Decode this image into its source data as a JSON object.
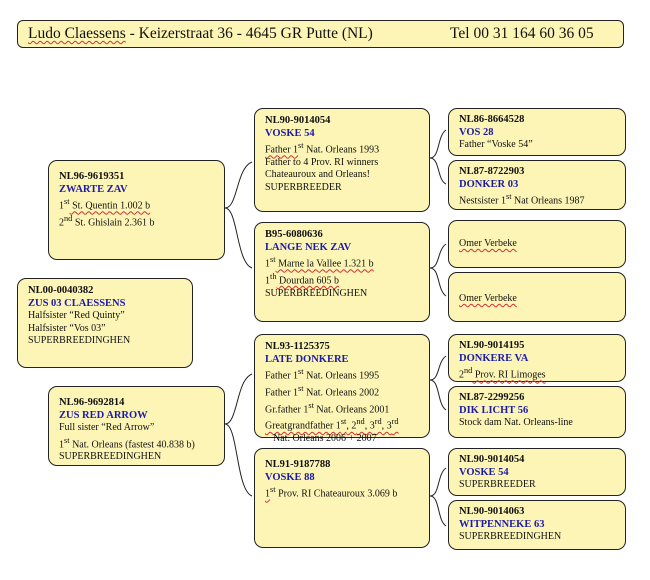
{
  "header": {
    "owner": "Ludo Claessens",
    "address": " - Keizerstraat 36 - 4645 GR  Putte (NL)",
    "telephone": "Tel 00 31 164 60 36 05"
  },
  "subject": {
    "ring": "NL00-0040382",
    "name": "ZUS 03 CLAESSENS",
    "lines": [
      "Halfsister “Red Quinty”",
      "Halfsister “Vos 03”",
      "SUPERBREEDINGHEN"
    ]
  },
  "father": {
    "ring": "NL96-9619351",
    "name": "ZWARTE ZAV",
    "lines": [
      {
        "a": "1",
        "sup": "st",
        "b": " St. Quentin 1.002 b"
      },
      {
        "a": "2",
        "sup": "nd",
        "b": " St. Ghislain 2.361 b"
      }
    ]
  },
  "mother": {
    "ring": "NL96-9692814",
    "name": "ZUS RED ARROW",
    "lines": [
      {
        "a": "Full sister “Red Arrow”",
        "sup": "",
        "b": ""
      },
      {
        "a": "1",
        "sup": "st",
        "b": " Nat. Orleans (fastest 40.838 b)"
      },
      {
        "a": "SUPERBREEDINGHEN",
        "sup": "",
        "b": ""
      }
    ]
  },
  "ff": {
    "ring": "NL90-9014054",
    "name": "VOSKE 54",
    "line1": {
      "a": "Father 1",
      "sup": "st",
      "b": " Nat. Orleans 1993"
    },
    "lines": [
      "Father to 4 Prov. RI winners",
      "Chateauroux and Orleans!",
      "SUPERBREEDER"
    ]
  },
  "fm": {
    "ring": "B95-6080636",
    "name": "LANGE NEK ZAV",
    "line1": {
      "a": "1",
      "sup": "st",
      "b": " Marne la Vallee 1.321 b"
    },
    "line2": {
      "a": "1",
      "sup": "th",
      "b": " Dourdan 605 b"
    },
    "lines": [
      "SUPERBREEDINGHEN"
    ]
  },
  "mf": {
    "ring": "NL93-1125375",
    "name": "LATE DONKERE",
    "l1": {
      "a": "Father 1",
      "sup": "st",
      "b": " Nat. Orleans 1995"
    },
    "l2": {
      "a": "Father 1",
      "sup": "st",
      "b": " Nat. Orleans 2002"
    },
    "l3": {
      "a": "Gr.father 1",
      "sup": "st",
      "b": " Nat. Orleans 2001"
    },
    "l4": {
      "a": "Greatgrandfather 1",
      "s1": "st",
      "m1": ", 2",
      "s2": "nd",
      "m2": ", 3",
      "s3": "rd",
      "m3": ", 3",
      "s4": "rd"
    },
    "l5": "Nat. Orleans 2006 + 2007"
  },
  "mm": {
    "ring": "NL91-9187788",
    "name": "VOSKE 88",
    "line1": {
      "a": "1",
      "sup": "st",
      "b": " Prov. RI Chateauroux 3.069 b"
    }
  },
  "fff": {
    "ring": "NL86-8664528",
    "name": "VOS 28",
    "line": "Father “Voske 54”"
  },
  "ffm": {
    "ring": "NL87-8722903",
    "name": "DONKER 03",
    "line": {
      "a": "Nestsister 1",
      "sup": "st",
      "b": " Nat Orleans 1987"
    }
  },
  "fmf": {
    "line": "Omer Verbeke"
  },
  "fmm": {
    "line": "Omer Verbeke"
  },
  "mff": {
    "ring": "NL90-9014195",
    "name": "DONKERE VA",
    "line": {
      "a": "2",
      "sup": "nd",
      "b": " Prov. RI Limoges"
    }
  },
  "mfm": {
    "ring": "NL87-2299256",
    "name": "DIK LICHT 56",
    "line": "Stock dam Nat. Orleans-line"
  },
  "mmf": {
    "ring": "NL90-9014054",
    "name": "VOSKE 54",
    "line": "SUPERBREEDER"
  },
  "mmm": {
    "ring": "NL90-9014063",
    "name": "WITPENNEKE 63",
    "line": "SUPERBREEDINGHEN"
  }
}
